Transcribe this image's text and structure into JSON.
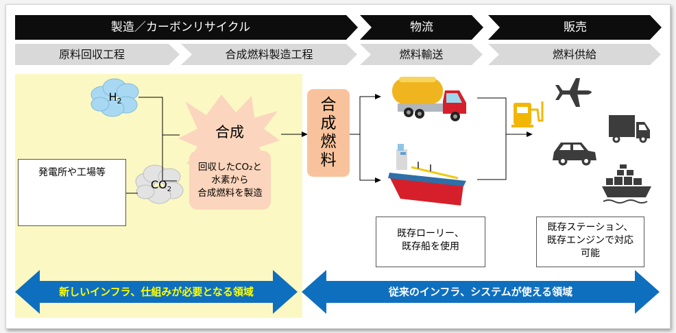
{
  "header": {
    "manufacturing_recycling": "製造／カーボンリサイクル",
    "logistics": "物流",
    "sales": "販売"
  },
  "subheader": {
    "raw_material_recovery": "原料回収工程",
    "synthetic_fuel_production": "合成燃料製造工程",
    "fuel_transport": "燃料輸送",
    "fuel_supply": "燃料供給"
  },
  "nodes": {
    "h2": "H",
    "h2_subscript": "2",
    "co2": "CO",
    "co2_subscript": "2",
    "source_label": "発電所や工場等",
    "synthesis_label": "合成",
    "synthesis_note_line1": "回収したCO₂と",
    "synthesis_note_line2": "水素から",
    "synthesis_note_line3": "合成燃料を製造",
    "synthetic_fuel": [
      "合",
      "成",
      "燃",
      "料"
    ]
  },
  "notes": {
    "transport_line1": "既存ローリー、",
    "transport_line2": "既存船を使用",
    "supply_line1": "既存ステーション、",
    "supply_line2": "既存エンジンで対応",
    "supply_line3": "可能"
  },
  "bands": {
    "new_infrastructure": "新しいインフラ、仕組みが必要となる領域",
    "existing_infrastructure": "従来のインフラ、システムが使える領域"
  },
  "colors": {
    "header_bg": "#0d0d0d",
    "subheader_bg": "#d9d9d9",
    "new_area_bg": "#fbf8c3",
    "burst_fill": "#fbd5bd",
    "fuel_box_fill": "#f8c39c",
    "band_blue": "#0f6fbf",
    "band_text_new": "#ffff00",
    "band_text_existing": "#ffffff",
    "cloud_h2": "#a9d8f2",
    "cloud_co2": "#e3e3e3",
    "fuel_pump": "#f2b705",
    "icon_dark": "#3c3c3c"
  },
  "icons": [
    "factory-icon",
    "tank-truck-icon",
    "tanker-ship-icon",
    "fuel-pump-icon",
    "airplane-icon",
    "truck-icon",
    "car-icon",
    "cargo-ship-icon"
  ]
}
